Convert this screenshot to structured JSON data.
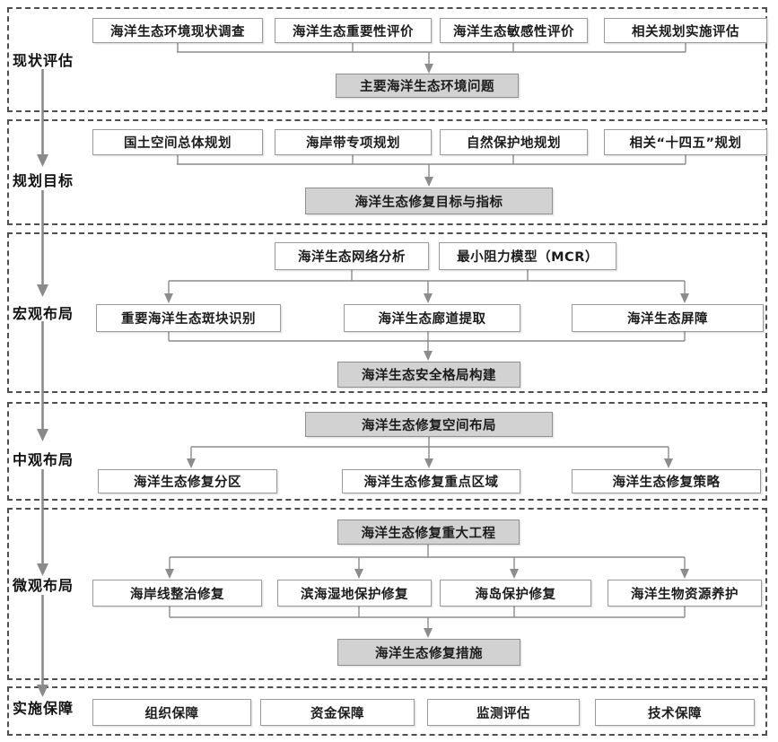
{
  "diagram_type": "flowchart",
  "colors": {
    "background": "#ffffff",
    "section_dash_border": "#4f4f4f",
    "node_border": "#9b9b9b",
    "node_fill": "#ffffff",
    "highlight_node_fill": "#d2d2d2",
    "highlight_node_border": "#8f8f8f",
    "connector": "#8c8c8c",
    "text": "#1c1c1c"
  },
  "stages": [
    {
      "label": "现状评估",
      "inputs": [
        "海洋生态环境现状调查",
        "海洋生态重要性评价",
        "海洋生态敏感性评价",
        "相关规划实施评估"
      ],
      "output": "主要海洋生态环境问题"
    },
    {
      "label": "规划目标",
      "inputs": [
        "国土空间总体规划",
        "海岸带专项规划",
        "自然保护地规划",
        "相关“十四五”规划"
      ],
      "output": "海洋生态修复目标与指标"
    },
    {
      "label": "宏观布局",
      "methods": [
        "海洋生态网络分析",
        "最小阻力模型（MCR）"
      ],
      "components": [
        "重要海洋生态斑块识别",
        "海洋生态廊道提取",
        "海洋生态屏障"
      ],
      "output": "海洋生态安全格局构建"
    },
    {
      "label": "中观布局",
      "source": "海洋生态修复空间布局",
      "branches": [
        "海洋生态修复分区",
        "海洋生态修复重点区域",
        "海洋生态修复策略"
      ]
    },
    {
      "label": "微观布局",
      "source": "海洋生态修复重大工程",
      "projects": [
        "海岸线整治修复",
        "滨海湿地保护修复",
        "海岛保护修复",
        "海洋生物资源养护"
      ],
      "output": "海洋生态修复措施"
    },
    {
      "label": "实施保障",
      "items": [
        "组织保障",
        "资金保障",
        "监测评估",
        "技术保障"
      ]
    }
  ]
}
